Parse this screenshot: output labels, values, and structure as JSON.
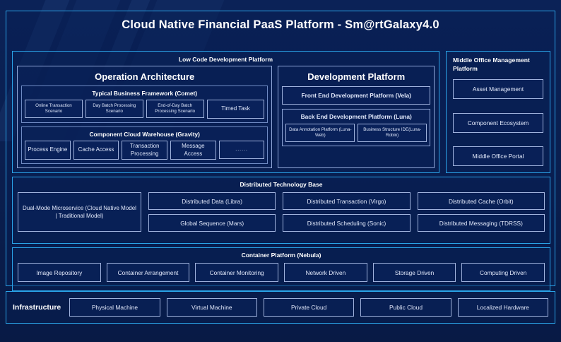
{
  "page": {
    "title": "Cloud Native Financial PaaS Platform - Sm@rtGalaxy4.0",
    "accent_cyan": "#2aa3e8",
    "background": "#0a1f50",
    "box_border": "#9fb2dd",
    "text_color": "#e2e9fb"
  },
  "low_code": {
    "title": "Low Code Development Platform",
    "operation_architecture": {
      "title": "Operation Architecture",
      "groups": [
        {
          "title": "Typical Business Framework (Comet)",
          "items": [
            "Online Transaction Scenario",
            "Day Batch Processing Scenario",
            "End-of-Day Batch Processing Scenario",
            "Timed Task"
          ]
        },
        {
          "title": "Component Cloud Warehouse (Gravity)",
          "items": [
            "Process Engine",
            "Cache Access",
            "Transaction Processing",
            "Message Access",
            "......"
          ]
        }
      ]
    },
    "development_platform": {
      "title": "Development Platform",
      "front_end": "Front End Development Platform (Vela)",
      "back_end": {
        "title": "Back End Development Platform (Luna)",
        "items": [
          "Data Annotation Platform (Luna-Web)",
          "Business Structure IDE(Luna-Robin)"
        ]
      }
    }
  },
  "middle_office": {
    "title": "Middle Office Management Platform",
    "items": [
      "Asset Management",
      "Component Ecosystem",
      "Middle Office Portal"
    ]
  },
  "distributed_technology_base": {
    "title": "Distributed Technology Base",
    "microservice": "Dual-Mode Microservice (Cloud Native Model | Traditional Model)",
    "columns": [
      [
        "Distributed Data (Libra)",
        "Global Sequence (Mars)"
      ],
      [
        "Distributed Transaction (Virgo)",
        "Distributed Scheduling (Sonic)"
      ],
      [
        "Distributed Cache (Orbit)",
        "Distributed Messaging (TDRSS)"
      ]
    ]
  },
  "container_platform": {
    "title": "Container Platform (Nebula)",
    "items": [
      "Image Repository",
      "Container Arrangement",
      "Container Monitoring",
      "Network Driven",
      "Storage Driven",
      "Computing Driven"
    ]
  },
  "infrastructure": {
    "label": "Infrastructure",
    "items": [
      "Physical Machine",
      "Virtual Machine",
      "Private Cloud",
      "Public Cloud",
      "Localized Hardware"
    ]
  }
}
